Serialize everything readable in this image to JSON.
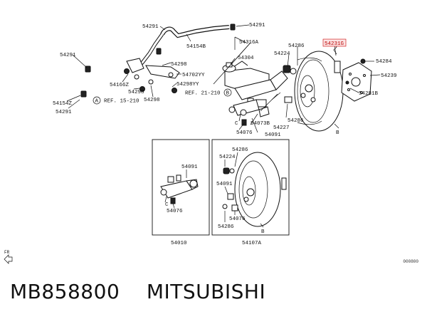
{
  "caption": {
    "part_number": "MB858800",
    "brand": "MITSUBISHI"
  },
  "diagram_code": "000800",
  "highlight_color": "#cc0000",
  "labels": {
    "l54291_top": "54291",
    "l54291_topright": "54291",
    "l54154B": "54154B",
    "l54316A": "54316A",
    "l54286_a": "54286",
    "l54310": "54231G",
    "l54224_a": "54224",
    "l54284": "54284",
    "l54291_left": "54291",
    "l54304": "54304",
    "l54239": "54239",
    "l54298_a": "54298",
    "l54702YY": "54702YY",
    "l54166Z": "54166Z",
    "l54298YY": "54298YY",
    "l54281B": "54281B",
    "l54298_b": "54298",
    "ref_21_210": "REF. 21-210",
    "circle_B": "B",
    "ref_15_210": "REF. 15-210",
    "circle_A": "A",
    "l54154Z": "54154Z",
    "l54298_c": "54298",
    "l54291_bl": "54291",
    "l54286_b": "54286",
    "C_top": "C",
    "l54227": "54227",
    "l54073B": "54073B",
    "l54076_a": "54076",
    "l54091_a": "54091",
    "B_main": "B",
    "l54091_b": "54091",
    "C_left": "C",
    "l54076_b": "54076",
    "l54010": "54010",
    "l54286_c": "54286",
    "l54224_b": "54224",
    "l54091_c": "54091",
    "l54076_c": "54076",
    "l54286_d": "54286",
    "B_box": "B",
    "l54107A": "54107A",
    "fr_mark": "FR"
  }
}
